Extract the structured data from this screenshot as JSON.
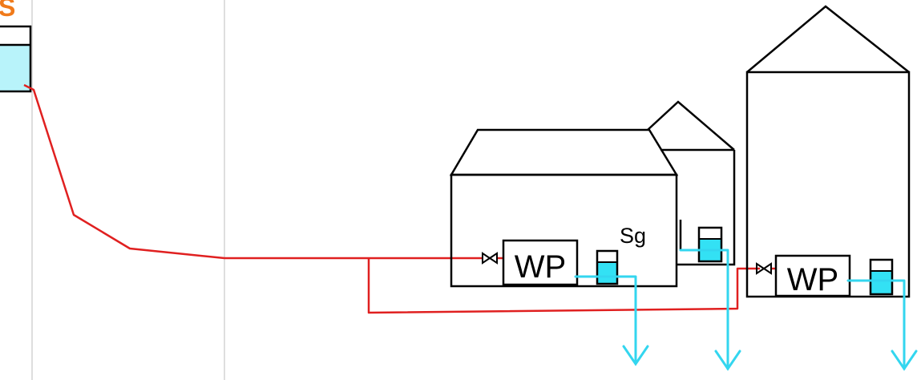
{
  "colors": {
    "background": "#ffffff",
    "supply_pipe": "#e02020",
    "drain_pipe": "#33d6ef",
    "water_fill": "#33e1f4",
    "tank_fill": "#b8f3fa",
    "outline": "#000000",
    "guide_line": "#c8c8c8",
    "tank_label": "#f07a1a"
  },
  "labels": {
    "tank": "S",
    "pump_house_1": "WP",
    "pump_house_2": "WP",
    "storage_room": "Sg"
  },
  "icons": {
    "valve": "valve-icon",
    "drain": "arrow-down-icon"
  }
}
